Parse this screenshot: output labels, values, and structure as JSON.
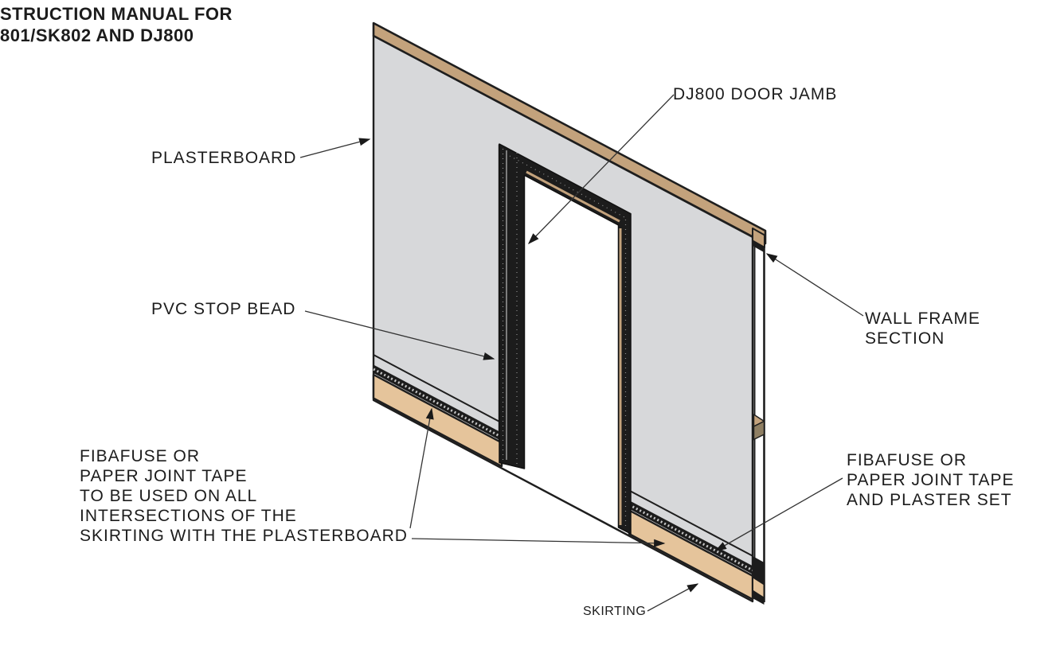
{
  "title": {
    "line1": "STRUCTION MANUAL FOR",
    "line2": "801/SK802 AND DJ800"
  },
  "labels": {
    "plasterboard": "PLASTERBOARD",
    "door_jamb": "DJ800 DOOR JAMB",
    "pvc_stop_bead": "PVC STOP BEAD",
    "wall_frame_section": "WALL FRAME\nSECTION",
    "fibafuse_left": "FIBAFUSE OR\nPAPER JOINT TAPE\nTO BE USED ON ALL\nINTERSECTIONS OF THE\nSKIRTING WITH THE PLASTERBOARD",
    "fibafuse_right": "FIBAFUSE OR\nPAPER JOINT TAPE\nAND PLASTER SET",
    "skirting": "SKIRTING"
  },
  "colors": {
    "plasterboard": "#d7d8da",
    "timber_top_plate": "#c3a27c",
    "skirting_board": "#e5c49b",
    "noggin_shadow": "#8f7f63",
    "jamb_dark": "#1c1c1c",
    "outline": "#1e1e1e",
    "leader": "#333333"
  }
}
